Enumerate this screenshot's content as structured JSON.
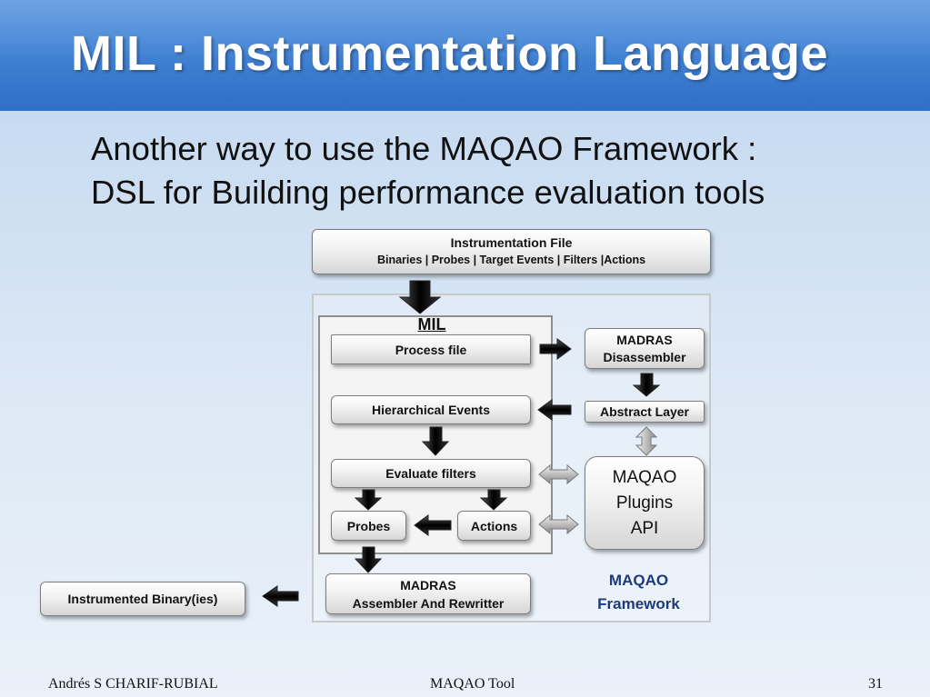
{
  "title": "MIL : Instrumentation Language",
  "subtitle": {
    "line1": "Another way to use the MAQAO Framework :",
    "line2": "DSL for Building performance evaluation tools"
  },
  "diagram": {
    "instrumentation_file": {
      "title": "Instrumentation File",
      "details": "Binaries | Probes | Target Events | Filters |Actions"
    },
    "mil_label": "MIL",
    "process_file": "Process file",
    "hierarchical_events": "Hierarchical Events",
    "evaluate_filters": "Evaluate filters",
    "probes": "Probes",
    "actions": "Actions",
    "madras_disassembler": {
      "line1": "MADRAS",
      "line2": "Disassembler"
    },
    "abstract_layer": "Abstract Layer",
    "plugins_api": {
      "line1": "MAQAO",
      "line2": "Plugins",
      "line3": "API"
    },
    "assembler": {
      "line1": "MADRAS",
      "line2": "Assembler And Rewritter"
    },
    "framework_label": {
      "line1": "MAQAO",
      "line2": "Framework"
    },
    "instrumented_binary": "Instrumented Binary(ies)"
  },
  "footer": {
    "author": "Andrés S CHARIF-RUBIAL",
    "center": "MAQAO Tool",
    "page": "31"
  },
  "colors": {
    "title_band": "#3f80d3",
    "arrow": "#111111",
    "bidirectional_arrow": "#8a8a8a",
    "framework_label": "#1f3a7a"
  }
}
